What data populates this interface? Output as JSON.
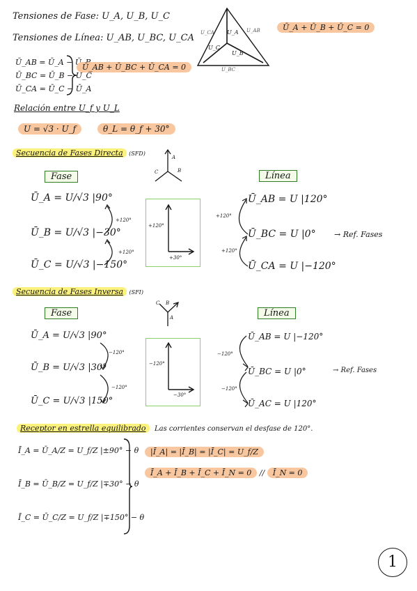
{
  "header": {
    "phase_voltages": "Tensiones de Fase: U_A, U_B, U_C",
    "line_voltages": "Tensiones de Línea: U_AB, U_BC, U_CA",
    "defs": [
      "Ū_AB = Ū_A − Ū_B",
      "Ū_BC = Ū_B − Ū_C",
      "Ū_CA = Ū_C − Ū_A"
    ],
    "sum_line": "Ū_AB + Ū_BC + Ū_CA = 0",
    "sum_phase": "Ū_A + Ū_B + Ū_C = 0",
    "triangle": {
      "ua": "U_A",
      "ub": "U_B",
      "uc": "U_C",
      "uab": "U_AB",
      "uca": "U_CA",
      "ubc": "U_BC"
    }
  },
  "relation": {
    "title": "Relación entre U_f y U_L",
    "eq1": "U = √3 · U_f",
    "eq2": "θ_L = θ_f + 30°"
  },
  "sfd": {
    "title": "Secuencia de Fases Directa",
    "abbr": "(SFD)",
    "rotor": {
      "a": "A",
      "b": "B",
      "c": "C"
    },
    "fase_label": "Fase",
    "linea_label": "Línea",
    "fase": [
      "Ū_A = U/√3 |90°",
      "Ū_B = U/√3 |−30°",
      "Ū_C = U/√3 |−150°"
    ],
    "fase_arcs": [
      "+120°",
      "+120°"
    ],
    "panel": {
      "v": "+120°",
      "h": "+30°"
    },
    "linea_arcs": [
      "+120°",
      "+120°"
    ],
    "linea": [
      "Ū_AB = U |120°",
      "Ū_BC = U |0°",
      "Ū_CA = U |−120°"
    ],
    "ref": "→ Ref. Fases"
  },
  "sfi": {
    "title": "Secuencia de Fases Inversa",
    "abbr": "(SFI)",
    "rotor": {
      "a": "A",
      "b": "B",
      "c": "C"
    },
    "fase_label": "Fase",
    "linea_label": "Línea",
    "fase": [
      "Ū_A = U/√3 |90°",
      "Ū_B = U/√3 |30°",
      "Ū_C = U/√3 |150°"
    ],
    "fase_arcs": [
      "−120°",
      "−120°"
    ],
    "panel": {
      "v": "−120°",
      "h": "−30°"
    },
    "linea_arcs": [
      "−120°",
      "−120°"
    ],
    "linea": [
      "Ū_AB = U |−120°",
      "Ū_BC = U |0°",
      "Ū_AC = U |120°"
    ],
    "ref": "→ Ref. Fases"
  },
  "receptor": {
    "title": "Receptor en estrella equilibrado",
    "note": "Las corrientes conservan el desfase de 120°.",
    "currents": [
      "Ī_A = Ū_A/Z = U_f/Z |±90° − θ",
      "Ī_B = Ū_B/Z = U_f/Z |∓30° − θ",
      "Ī_C = Ū_C/Z = U_f/Z |∓150° − θ"
    ],
    "mag": "|Ī_A| = |Ī_B| = |Ī_C| = U_f/Z",
    "sum": "Ī_A + Ī_B + Ī_C + Ī_N = 0",
    "neutral": "Ī_N = 0"
  },
  "page_number": "1",
  "colors": {
    "orange": "#f8c79f",
    "yellow": "#fbf27d",
    "green": "#8fcf67",
    "ink": "#161616"
  }
}
